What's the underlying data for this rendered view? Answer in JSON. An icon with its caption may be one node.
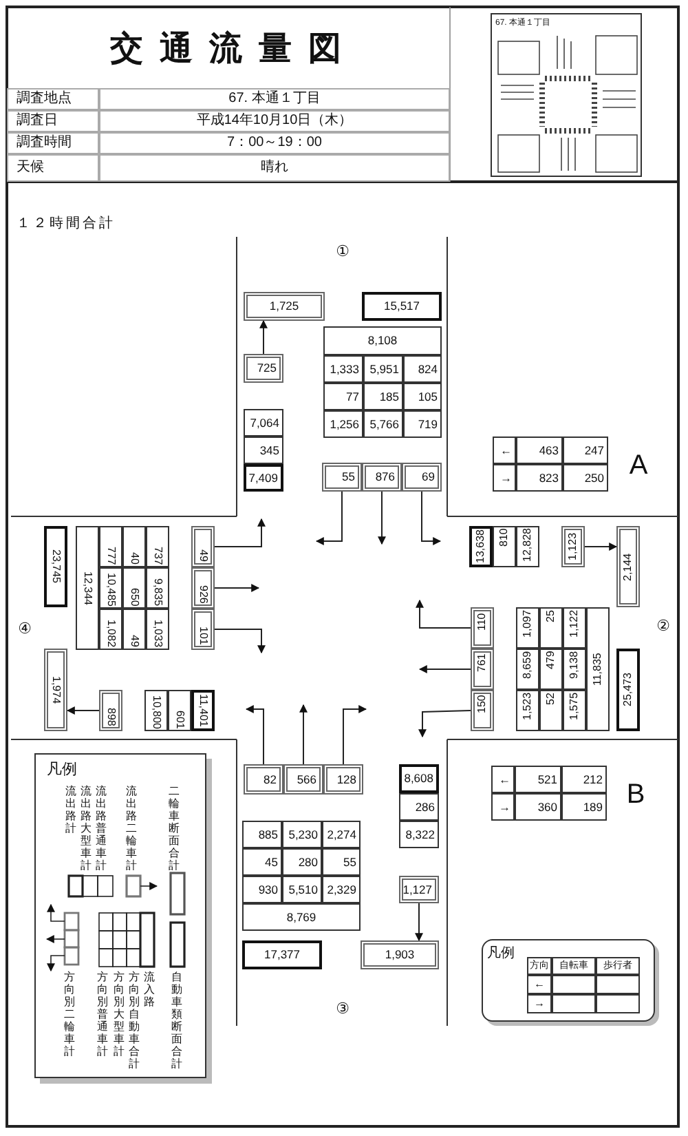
{
  "diagram": {
    "title": "交通流量図",
    "nodes": [
      {
        "text": [
          "1,725"
        ]
      },
      {
        "text": [
          "15,517"
        ]
      },
      {
        "text": [
          "725"
        ]
      },
      {
        "text": [
          "55"
        ]
      },
      {
        "text": [
          "876"
        ]
      },
      {
        "text": [
          "69"
        ]
      },
      {
        "text": [
          "23,745"
        ]
      },
      {
        "text": [
          "49"
        ]
      },
      {
        "text": [
          "926"
        ]
      },
      {
        "text": [
          "101"
        ]
      },
      {
        "text": [
          "1,974"
        ]
      },
      {
        "text": [
          "898"
        ]
      },
      {
        "text": [
          "1,123"
        ]
      },
      {
        "text": [
          "2,144"
        ]
      },
      {
        "text": [
          "110"
        ]
      },
      {
        "text": [
          "761"
        ]
      },
      {
        "text": [
          "150"
        ]
      },
      {
        "text": [
          "25,473"
        ]
      },
      {
        "text": [
          "82"
        ]
      },
      {
        "text": [
          "566"
        ]
      },
      {
        "text": [
          "128"
        ]
      },
      {
        "text": [
          "1,127"
        ]
      },
      {
        "text": [
          "17,377"
        ]
      },
      {
        "text": [
          "1,903"
        ]
      }
    ],
    "edges": [
      {
        "from": 2,
        "to": 0,
        "arrow": "to"
      },
      {
        "from": 3,
        "to": null,
        "arrow": "to"
      },
      {
        "from": 4,
        "to": null,
        "arrow": "to"
      },
      {
        "from": 5,
        "to": null,
        "arrow": "to"
      },
      {
        "from": 7,
        "to": null,
        "arrow": "to"
      },
      {
        "from": 8,
        "to": null,
        "arrow": "to"
      },
      {
        "from": 9,
        "to": null,
        "arrow": "to"
      },
      {
        "from": 11,
        "to": 10,
        "arrow": "to"
      },
      {
        "from": 12,
        "to": 13,
        "arrow": "to"
      },
      {
        "from": 14,
        "to": null,
        "arrow": "to"
      },
      {
        "from": 15,
        "to": null,
        "arrow": "to"
      },
      {
        "from": 16,
        "to": null,
        "arrow": "to"
      },
      {
        "from": 18,
        "to": null,
        "arrow": "to"
      },
      {
        "from": 19,
        "to": null,
        "arrow": "to"
      },
      {
        "from": 20,
        "to": null,
        "arrow": "to"
      },
      {
        "from": 21,
        "to": 23,
        "arrow": "to"
      }
    ],
    "labels": [
      "調査地点",
      "67. 本通１丁目",
      "調査日",
      "平成14年10月10日（木）",
      "調査時間",
      "7：00～19：00",
      "天候",
      "晴れ",
      "67. 本通１丁目",
      "１２時間合計",
      "①",
      "8,108",
      "1,333",
      "5,951",
      "824",
      "77",
      "185",
      "105",
      "7,064",
      "1,256",
      "5,766",
      "719",
      "345",
      "7,409",
      "←",
      "463",
      "247",
      "→",
      "823",
      "250",
      "A",
      "④",
      "12,344",
      "777",
      "40",
      "737",
      "10,485",
      "650",
      "9,835",
      "1,082",
      "49",
      "1,033",
      "10,800",
      "601",
      "11,401",
      "13,638",
      "810",
      "12,828",
      "②",
      "1,097",
      "25",
      "1,122",
      "8,659",
      "479",
      "9,138",
      "1,523",
      "52",
      "1,575",
      "11,835",
      "8,608",
      "286",
      "885",
      "5,230",
      "2,274",
      "8,322",
      "45",
      "280",
      "55",
      "930",
      "5,510",
      "2,329",
      "8,769",
      "←",
      "521",
      "212",
      "→",
      "360",
      "189",
      "B",
      "③",
      "凡例",
      "凡例",
      "方向",
      "自転車",
      "歩行者",
      "←",
      "→"
    ],
    "legend": [
      {
        "text": "流出路計"
      },
      {
        "text": "流出路大型車計"
      },
      {
        "text": "流出路普通車計"
      },
      {
        "text": "流出路二輪車計"
      },
      {
        "text": "二輪車断面合計"
      },
      {
        "text": "方向別二輪車計"
      },
      {
        "text": "方向別普通車計"
      },
      {
        "text": "方向別大型車計"
      },
      {
        "text": "方向別自動車合計"
      },
      {
        "text": "流入路"
      },
      {
        "text": "自動車類断面合計"
      }
    ]
  }
}
